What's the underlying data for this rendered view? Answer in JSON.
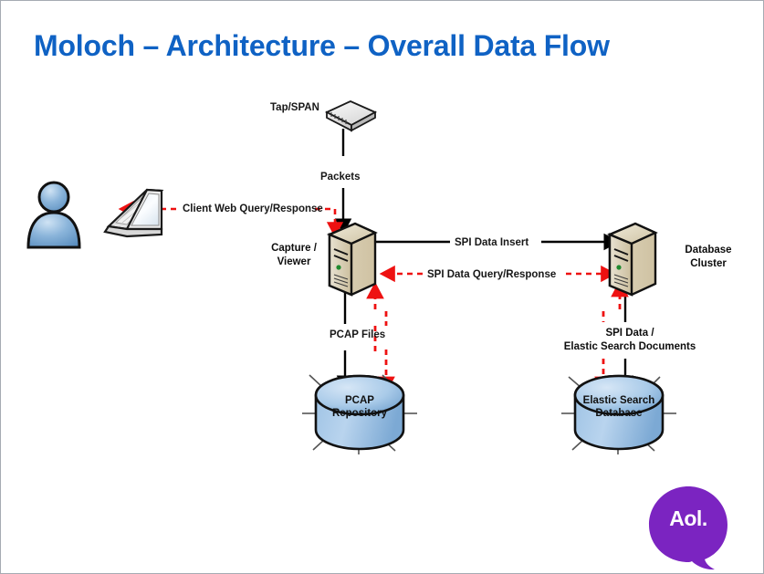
{
  "slide": {
    "title": "Moloch – Architecture – Overall Data Flow",
    "title_color": "#0f62c4",
    "background": "#ffffff",
    "border_color": "#a6abb2"
  },
  "nodes": {
    "tap": {
      "label": "Tap/SPAN",
      "icon": "network-switch-icon"
    },
    "client": {
      "user_icon": "user-person-icon",
      "laptop_icon": "laptop-icon"
    },
    "capture": {
      "label": "Capture /\nViewer",
      "label_line1": "Capture /",
      "label_line2": "Viewer",
      "icon": "server-tower-icon"
    },
    "database_cluster": {
      "label_line1": "Database",
      "label_line2": "Cluster",
      "icon": "server-tower-icon"
    },
    "pcap_repository": {
      "label_line1": "PCAP",
      "label_line2": "Repository",
      "icon": "database-cylinder-icon"
    },
    "elastic_database": {
      "label_line1": "Elastic Search",
      "label_line2": "Database",
      "icon": "database-cylinder-icon"
    }
  },
  "flows": {
    "packets": {
      "label": "Packets",
      "style": "solid",
      "color": "#000000"
    },
    "client_web": {
      "label": "Client Web Query/Response",
      "style": "dashed",
      "color": "#ee1111"
    },
    "spi_insert": {
      "label": "SPI Data Insert",
      "style": "solid",
      "color": "#000000"
    },
    "spi_query": {
      "label": "SPI Data Query/Response",
      "style": "dashed",
      "color": "#ee1111"
    },
    "pcap_files": {
      "label": "PCAP Files",
      "style": "solid",
      "color": "#000000"
    },
    "spi_docs": {
      "label_line1": "SPI Data /",
      "label_line2": "Elastic Search Documents",
      "style": "solid",
      "color": "#000000"
    }
  },
  "branding": {
    "logo_text": "Aol.",
    "logo_color": "#7b24c1",
    "logo_name": "aol-logo"
  },
  "palette": {
    "server_face": "#cdc0a4",
    "server_side": "#b9ac8d",
    "db_blue_light": "#bcd6ef",
    "db_blue_mid": "#8fb9e0",
    "red_accent": "#ee1111",
    "user_blue": "#6c9fd1"
  }
}
